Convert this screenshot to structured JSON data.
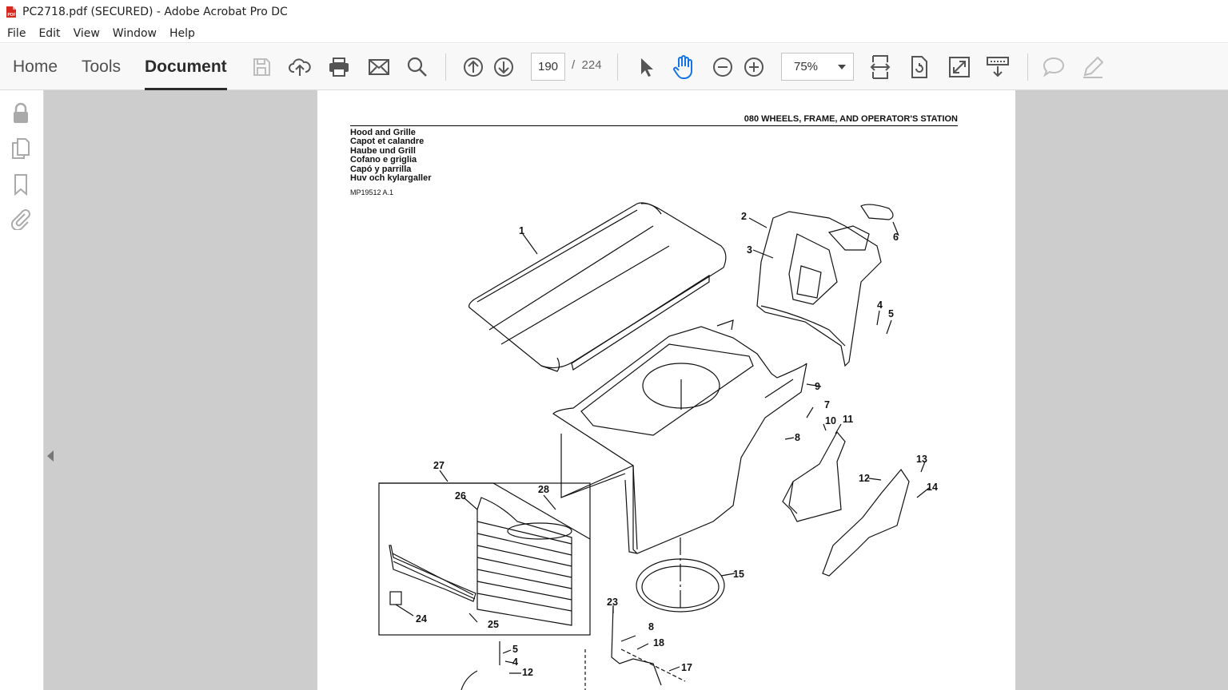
{
  "window": {
    "title": "PC2718.pdf (SECURED) - Adobe Acrobat Pro DC",
    "app_icon": "acrobat-pdf-icon"
  },
  "menu": [
    "File",
    "Edit",
    "View",
    "Window",
    "Help"
  ],
  "tabs": [
    {
      "label": "Home",
      "active": false
    },
    {
      "label": "Tools",
      "active": false
    },
    {
      "label": "Document",
      "active": true
    }
  ],
  "toolbar": {
    "icons": [
      "save-icon",
      "upload-cloud-icon",
      "print-icon",
      "email-icon",
      "search-icon",
      "previous-page-icon",
      "next-page-icon",
      "select-pointer-icon",
      "hand-tool-icon",
      "zoom-out-icon",
      "zoom-in-icon",
      "fit-page-icon",
      "rotate-page-icon",
      "full-screen-icon",
      "read-mode-icon",
      "comment-icon",
      "sign-pen-icon"
    ],
    "current_page": "190",
    "page_separator": "/",
    "total_pages": "224",
    "zoom": "75%"
  },
  "left_rail": {
    "icons": [
      "lock-icon",
      "copy-pages-icon",
      "bookmark-icon",
      "attachment-icon"
    ]
  },
  "document": {
    "section_header": "080 WHEELS, FRAME, AND OPERATOR'S STATION",
    "titles": [
      "Hood and Grille",
      "Capot et calandre",
      "Haube und Grill",
      "Cofano e griglia",
      "Capó y parrilla",
      "Huv och kylargaller"
    ],
    "figure_ref": "MP19512 A.1",
    "callouts": [
      "1",
      "2",
      "3",
      "4",
      "5",
      "6",
      "7",
      "8",
      "9",
      "10",
      "11",
      "12",
      "13",
      "14",
      "15",
      "27",
      "26",
      "28",
      "24",
      "25",
      "23",
      "8",
      "18",
      "5",
      "4",
      "12",
      "17"
    ]
  },
  "colors": {
    "toolbar_bg": "#f8f8f8",
    "viewer_bg": "#cdcdcd",
    "active_tab": "#2c2c2c",
    "pdf_icon_red": "#d7281e"
  }
}
